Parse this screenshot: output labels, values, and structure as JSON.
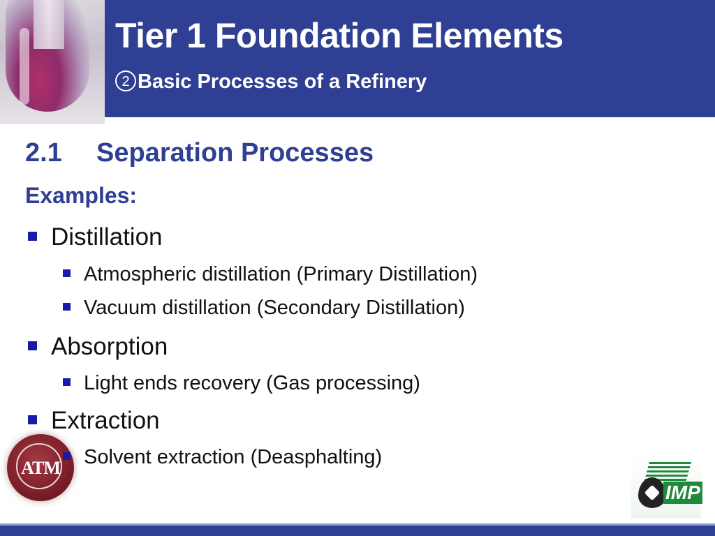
{
  "header": {
    "title": "Tier 1 Foundation Elements",
    "subtitle_number": "2",
    "subtitle": "Basic Processes of a Refinery"
  },
  "section": {
    "number": "2.1",
    "title": "Separation Processes"
  },
  "examples_label": "Examples:",
  "items": [
    {
      "label": "Distillation",
      "subitems": [
        "Atmospheric distillation (Primary Distillation)",
        "Vacuum distillation (Secondary Distillation)"
      ]
    },
    {
      "label": "Absorption",
      "subitems": [
        "Light ends recovery (Gas processing)"
      ]
    },
    {
      "label": "Extraction",
      "subitems": [
        "Solvent extraction (Deasphalting)"
      ]
    }
  ],
  "logos": {
    "left": "ATM",
    "right": "IMP"
  },
  "colors": {
    "header_bg": "#2f3f93",
    "heading_text": "#2f3f93",
    "bullet": "#1a1aa8"
  }
}
